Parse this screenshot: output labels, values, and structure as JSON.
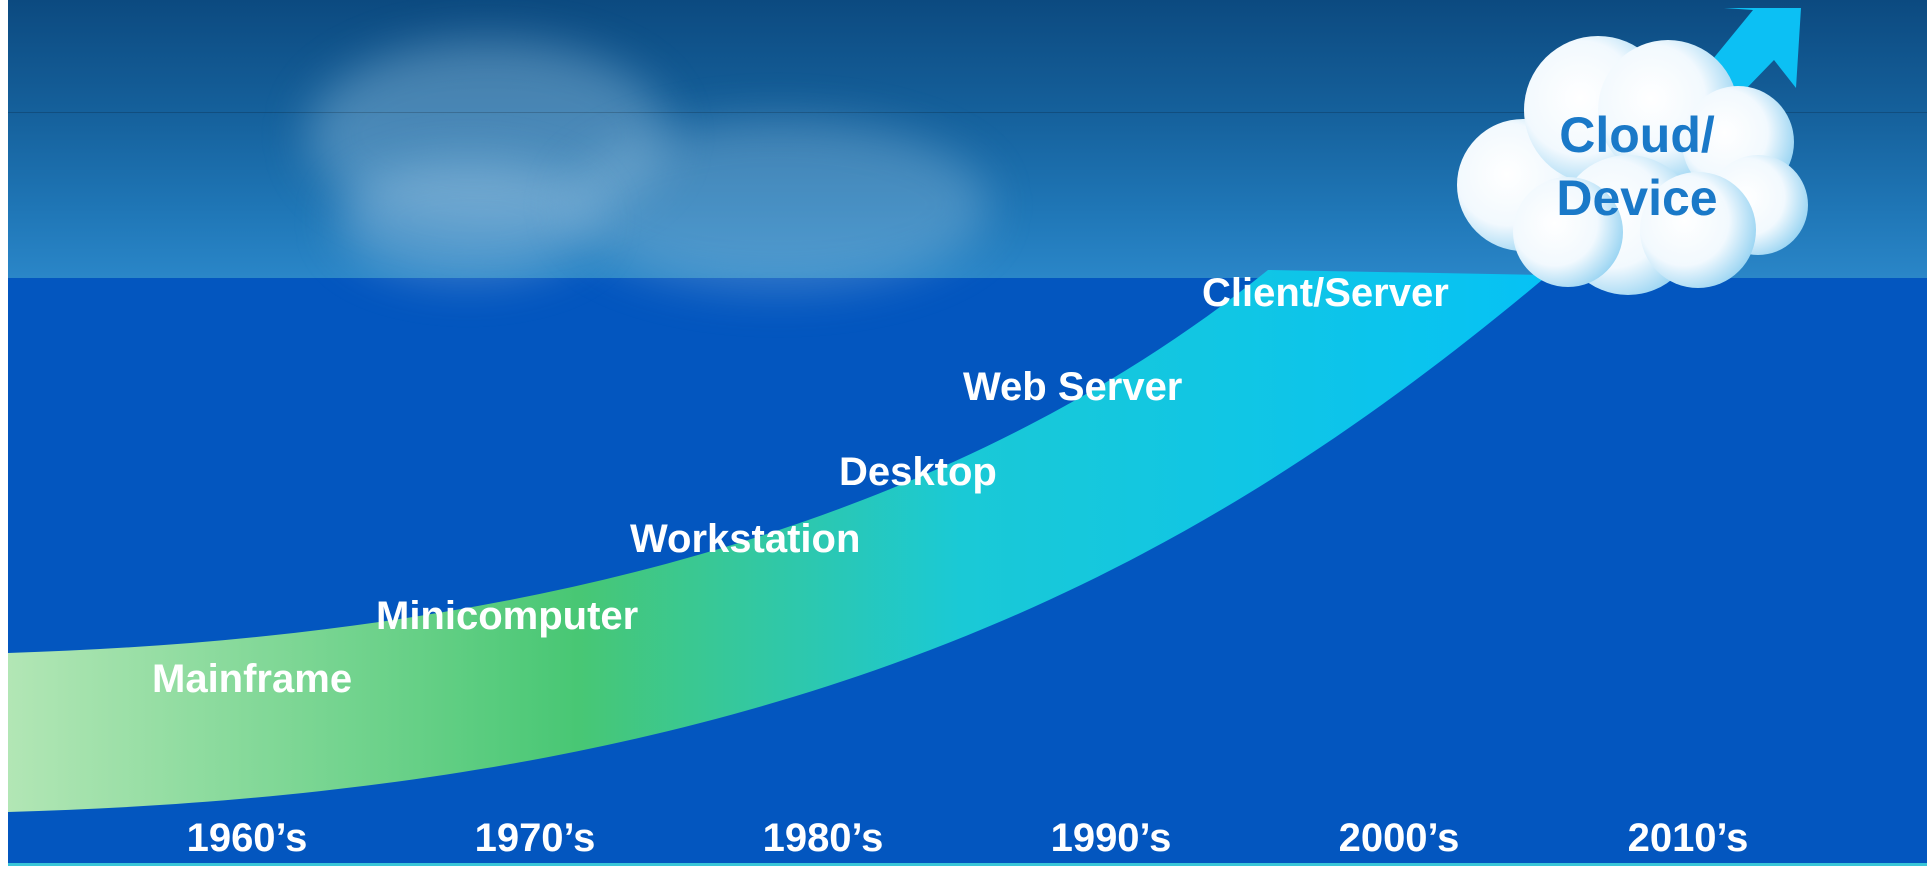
{
  "platforms": [
    {
      "id": "mainframe",
      "label": "Mainframe"
    },
    {
      "id": "minicomputer",
      "label": "Minicomputer"
    },
    {
      "id": "workstation",
      "label": "Workstation"
    },
    {
      "id": "desktop",
      "label": "Desktop"
    },
    {
      "id": "web-server",
      "label": "Web Server"
    },
    {
      "id": "client-server",
      "label": "Client/Server"
    }
  ],
  "cloud": {
    "line1": "Cloud/",
    "line2": "Device"
  },
  "decades": [
    "1960’s",
    "1970’s",
    "1980’s",
    "1990’s",
    "2000’s",
    "2010’s"
  ],
  "colors": {
    "background": "#0356bf",
    "sky_top": "#0c4a80",
    "arrow_start": "#b2e6b5",
    "arrow_mid": "#48c774",
    "arrow_end": "#0bc3f2",
    "cloud_text": "#1a79c8",
    "label_text": "#ffffff"
  }
}
